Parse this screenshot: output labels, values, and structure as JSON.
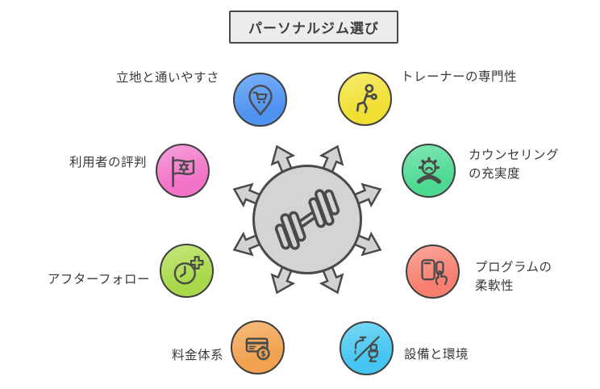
{
  "title": "パーソナルジム選び",
  "colors": {
    "outline": "#4a4a4a",
    "hub_fill": "#d4d4d4",
    "arrow_fill": "#d2d2d2",
    "text": "#3a3a3a",
    "title_bg": "#ececec"
  },
  "center": {
    "icon": "dumbbell-icon",
    "shape": "gray circle with 8 outward arrows"
  },
  "items": [
    {
      "id": "location",
      "label": "立地と通いやすさ",
      "icon": "map-pin-cart-icon",
      "color": "#4f93f0",
      "color_light": "#7ab1f8"
    },
    {
      "id": "trainer",
      "label": "トレーナーの専門性",
      "icon": "exercising-person-icon",
      "color": "#f0df33",
      "color_light": "#f7ec6e"
    },
    {
      "id": "counseling",
      "label": "カウンセリング\nの充実度",
      "icon": "gear-handset-icon",
      "color": "#4ed992",
      "color_light": "#82e7b4"
    },
    {
      "id": "program",
      "label": "プログラムの\n柔軟性",
      "icon": "devices-hand-icon",
      "color": "#f87f70",
      "color_light": "#fba79a"
    },
    {
      "id": "facilities",
      "label": "設備と環境",
      "icon": "faucet-toilet-icon",
      "color": "#45c6f2",
      "color_light": "#79d8f7"
    },
    {
      "id": "fees",
      "label": "料金体系",
      "icon": "credit-card-coin-icon",
      "color": "#f2a14f",
      "color_light": "#f6bc7c"
    },
    {
      "id": "afterfollow",
      "label": "アフターフォロー",
      "icon": "clock-plus-icon",
      "color": "#a8d94a",
      "color_light": "#c6e77e"
    },
    {
      "id": "reputation",
      "label": "利用者の評判",
      "icon": "flag-star-icon",
      "color": "#f273c8",
      "color_light": "#f6a0d9"
    }
  ]
}
